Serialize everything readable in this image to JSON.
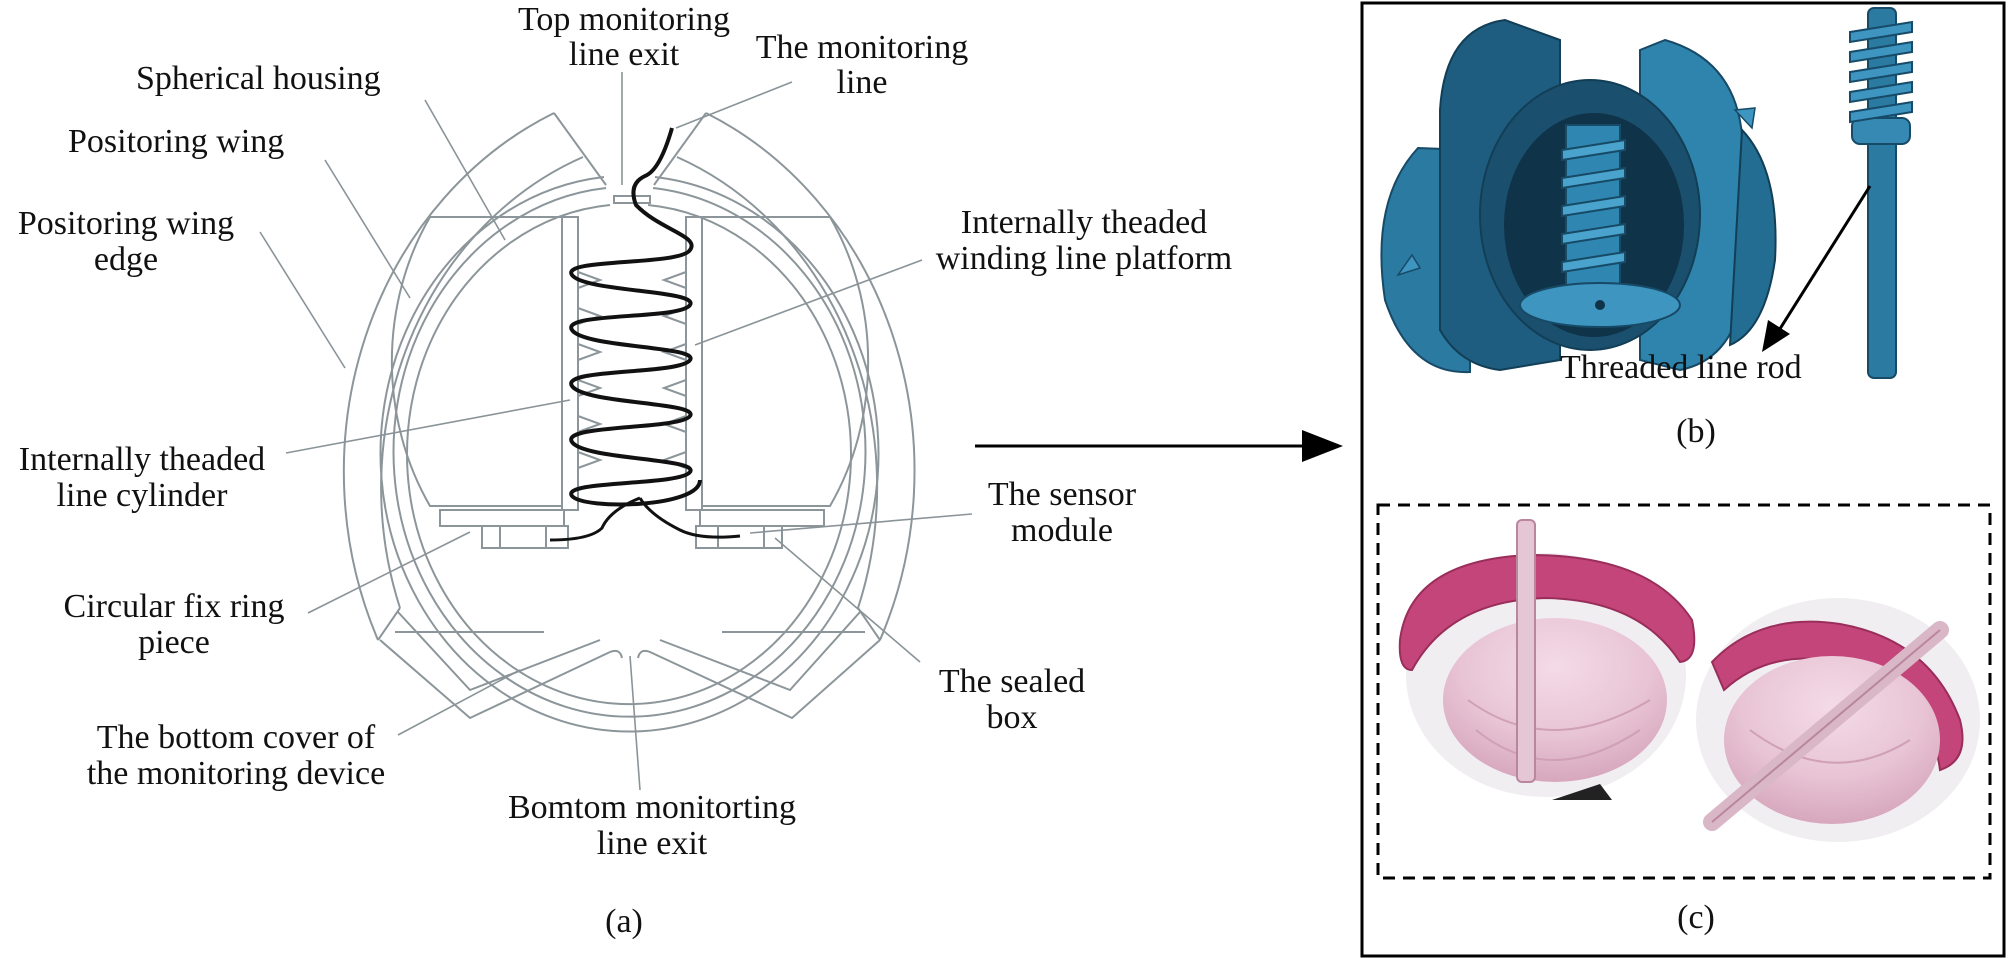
{
  "panel_a": {
    "caption": "(a)",
    "labels": {
      "top_exit_1": "Top monitoring",
      "top_exit_2": "line exit",
      "mon_line_1": "The monitoring",
      "mon_line_2": "line",
      "spherical_housing": "Spherical housing",
      "wing": "Positoring wing",
      "wing_edge_1": "Positoring wing",
      "wing_edge_2": "edge",
      "platform_1": "Internally theaded",
      "platform_2": "winding line platform",
      "cylinder_1": "Internally theaded",
      "cylinder_2": "line cylinder",
      "sensor_1": "The sensor",
      "sensor_2": "module",
      "fix_ring_1": "Circular fix ring",
      "fix_ring_2": "piece",
      "sealed_box_1": "The sealed",
      "sealed_box_2": "box",
      "bottom_cover_1": "The bottom cover of",
      "bottom_cover_2": "the monitoring device",
      "bottom_exit_1": "Bomtom monitorting",
      "bottom_exit_2": "line exit"
    }
  },
  "panel_b": {
    "caption": "(b)",
    "rod_label": "Threaded line rod"
  },
  "panel_c": {
    "caption": "(c)"
  },
  "colors": {
    "model_blue": "#2f7fa6",
    "model_dark": "#1d5878",
    "print_pink": "#c4457a",
    "print_white": "#e9e6ea"
  }
}
